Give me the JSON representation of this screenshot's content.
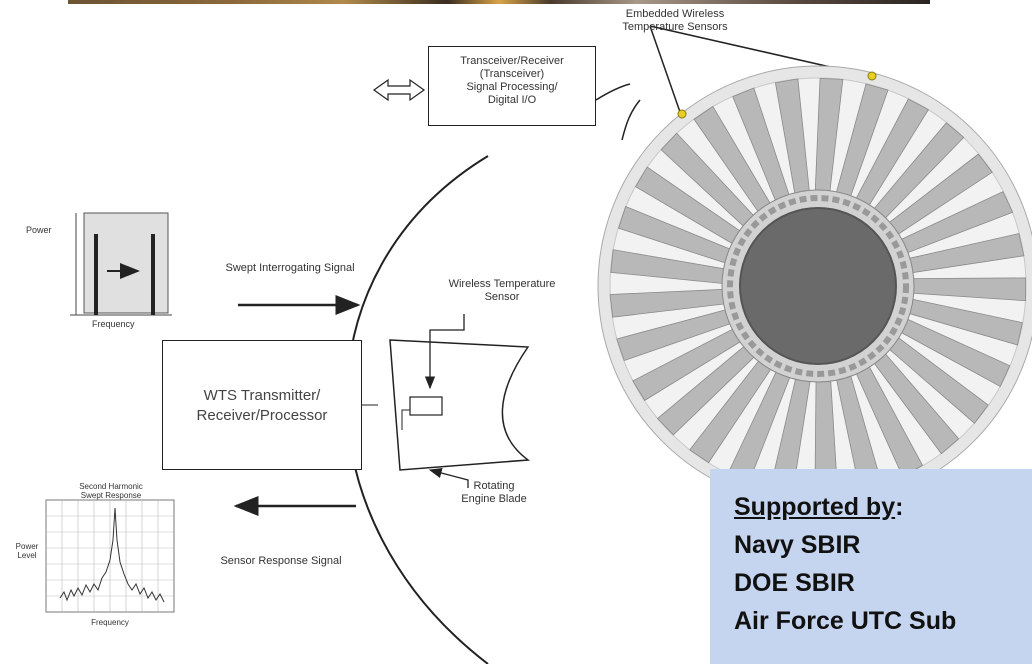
{
  "diagram": {
    "embedded_sensors_label": [
      "Embedded Wireless",
      "Temperature Sensors"
    ],
    "transceiver_box": [
      "Transceiver/Receiver",
      "(Transceiver)",
      "Signal Processing/",
      "Digital I/O"
    ],
    "power_label": "Power",
    "frequency_label": "Frequency",
    "swept_signal_label": "Swept Interrogating Signal",
    "wts_box": [
      "WTS Transmitter/",
      "Receiver/Processor"
    ],
    "wireless_sensor_label": [
      "Wireless Temperature",
      "Sensor"
    ],
    "rotating_blade_label": [
      "Rotating",
      "Engine Blade"
    ],
    "response_plot_title": [
      "Second Harmonic",
      "Swept Response"
    ],
    "power_level_label": [
      "Power",
      "Level"
    ],
    "response_frequency_label": "Frequency",
    "response_signal_label": "Sensor Response Signal"
  },
  "support": {
    "heading": "Supported by",
    "colon": ":",
    "lines": [
      "Navy SBIR",
      "DOE SBIR",
      "Air Force UTC Sub"
    ]
  },
  "colors": {
    "support_panel": "#c5d4ef",
    "sensor_dot": "#e8d020",
    "line": "#222222"
  }
}
